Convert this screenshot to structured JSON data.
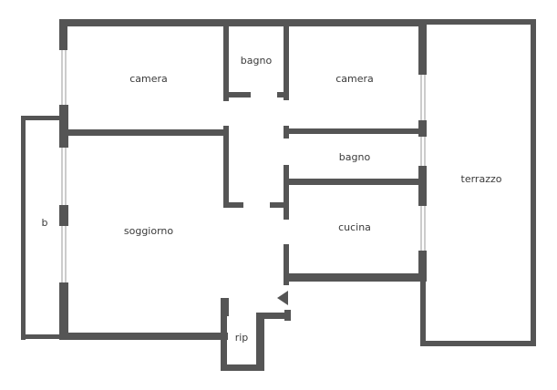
{
  "rooms": {
    "camera_left": "camera",
    "bagno_top": "bagno",
    "camera_right": "camera",
    "bagno_mid": "bagno",
    "terrazzo": "terrazzo",
    "b": "b",
    "soggiorno": "soggiorno",
    "cucina": "cucina",
    "rip": "rip"
  },
  "colors": {
    "wall": "#555555",
    "window": "#999999",
    "text": "#3a3a3a",
    "background": "#ffffff"
  }
}
